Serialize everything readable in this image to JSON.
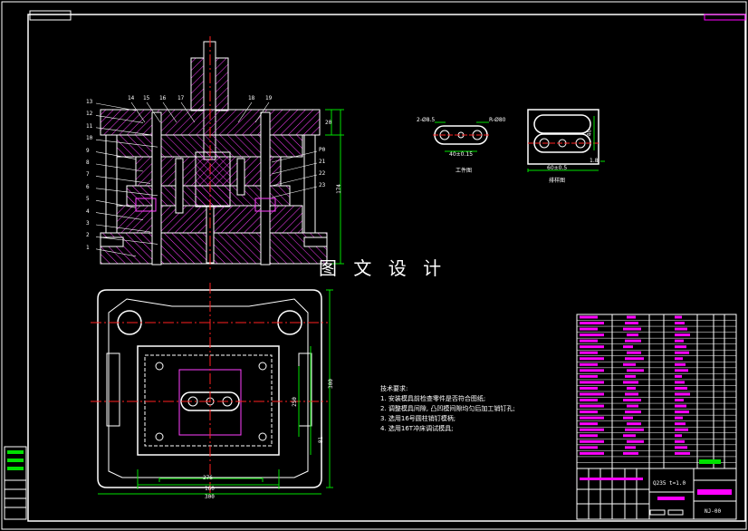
{
  "title": "图 文 设 计",
  "left_callouts": [
    "13",
    "12",
    "11",
    "10",
    "9",
    "8",
    "7",
    "6",
    "5",
    "4",
    "3",
    "2",
    "1"
  ],
  "top_callouts": [
    "14",
    "15",
    "16",
    "17",
    "18",
    "19"
  ],
  "right_callouts": [
    "P0",
    "21",
    "22",
    "23"
  ],
  "dims": {
    "top_height": "20",
    "total_height": "174",
    "base_height": "81",
    "plan_height_outer": "300",
    "plan_height_mid": "250",
    "width_inner": "276",
    "width_mid": "160",
    "width_outer": "300"
  },
  "part_view": {
    "caption": "工件图",
    "dim_left": "2-Ø8.5",
    "dim_right": "R-Ø80",
    "dim_bottom": "40±0.15"
  },
  "strip_view": {
    "caption": "排样图",
    "dim_bottom": "60±0.5",
    "dim_right": "1.8",
    "dim_side": "40"
  },
  "tech_requirements": {
    "heading": "技术要求:",
    "items": [
      "1.  安装模具前检查零件是否符合图纸;",
      "2.  调整模具间隙, 凸凹模间隙均匀后加工销钉孔;",
      "3.  选用16号圆柱销钉模柄;",
      "4.  选用16T冲床调试模具;"
    ]
  },
  "title_block": {
    "material": "Q235 t=1.0",
    "drawing_no": "NJ-00"
  },
  "colors": {
    "outline": "#ffffff",
    "hatch": "#ff3fff",
    "centerline": "#ff2020",
    "dimension": "#00e000",
    "parts_list": "#ff00ff",
    "border_accent": "#ff00ff"
  }
}
